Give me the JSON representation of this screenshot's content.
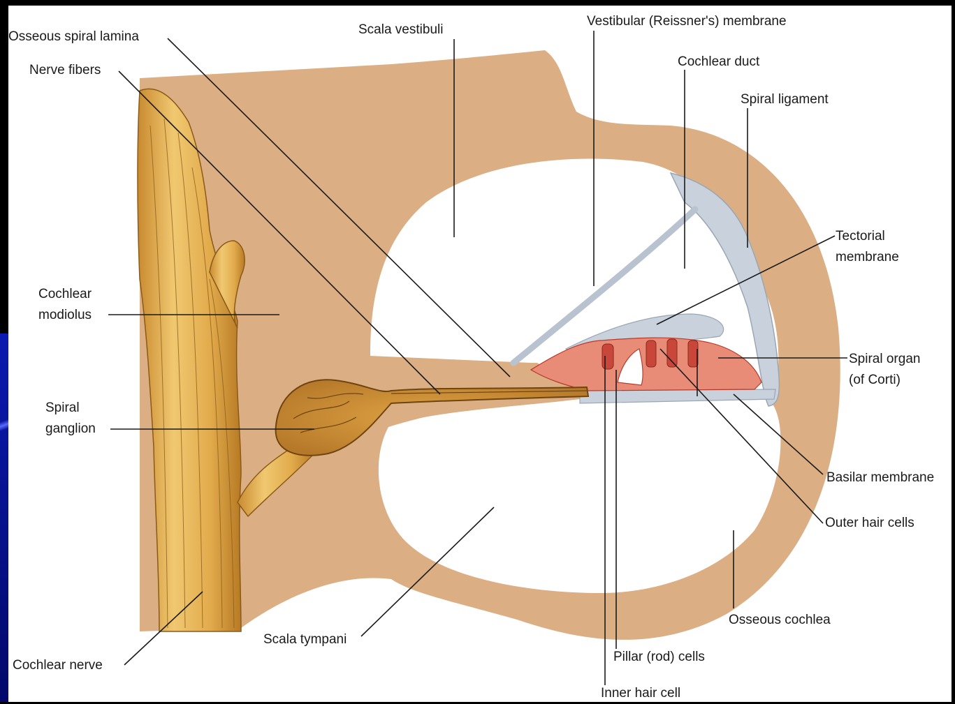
{
  "diagram": {
    "colors": {
      "bone": "#dcae84",
      "nerve": "#e6b85a",
      "nerve_dark": "#8a5a18",
      "membrane": "#c9d2dc",
      "organ": "#e98c77",
      "organ_dark": "#b83a2a",
      "leader": "#1a1a1a",
      "background": "#000000",
      "page": "#ffffff"
    },
    "labels": {
      "osseous_spiral_lamina": "Osseous spiral lamina",
      "nerve_fibers": "Nerve fibers",
      "scala_vestibuli": "Scala vestibuli",
      "vestibular_membrane": "Vestibular (Reissner's) membrane",
      "cochlear_duct": "Cochlear duct",
      "spiral_ligament": "Spiral ligament",
      "tectorial_membrane_1": "Tectorial",
      "tectorial_membrane_2": "membrane",
      "cochlear_modiolus_1": "Cochlear",
      "cochlear_modiolus_2": "modiolus",
      "spiral_organ_1": "Spiral organ",
      "spiral_organ_2": "(of Corti)",
      "spiral_ganglion_1": "Spiral",
      "spiral_ganglion_2": "ganglion",
      "basilar_membrane": "Basilar membrane",
      "outer_hair_cells": "Outer hair cells",
      "osseous_cochlea": "Osseous cochlea",
      "scala_tympani": "Scala tympani",
      "pillar_cells": "Pillar (rod) cells",
      "cochlear_nerve": "Cochlear nerve",
      "inner_hair_cell": "Inner hair cell"
    }
  }
}
